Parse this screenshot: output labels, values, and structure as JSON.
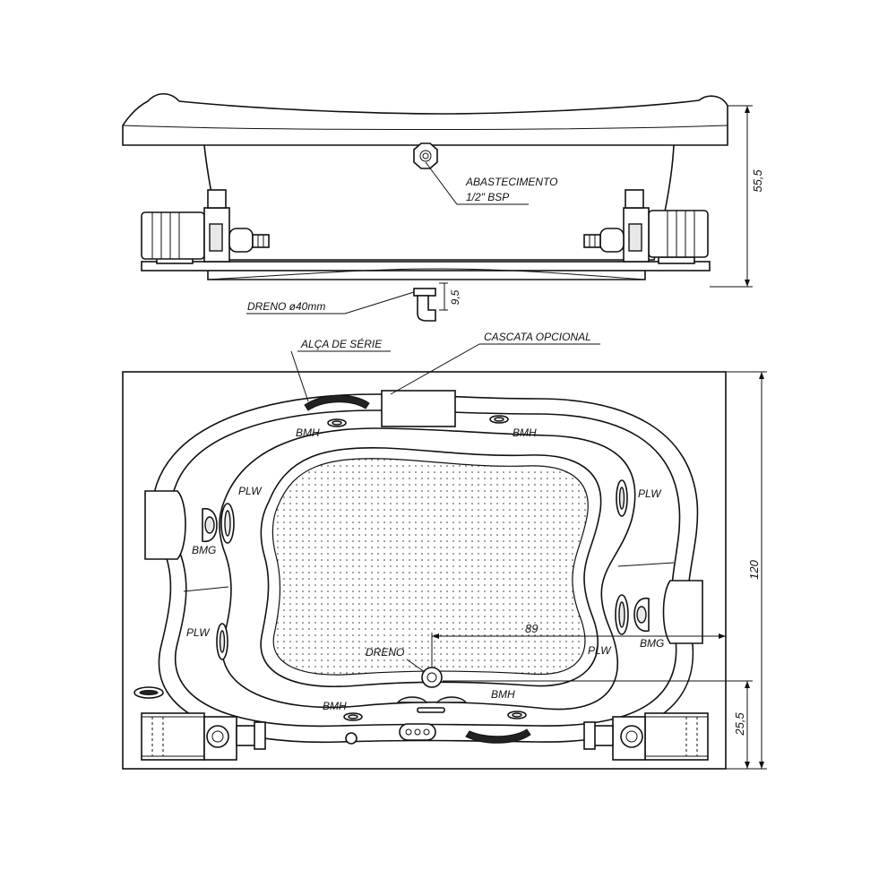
{
  "labels": {
    "abastecimento": "ABASTECIMENTO",
    "bsp": "1/2\" BSP",
    "dreno_40": "DRENO ø40mm",
    "alca": "ALÇA DE SÉRIE",
    "cascata": "CASCATA OPCIONAL",
    "bmh": "BMH",
    "plw": "PLW",
    "bmg": "BMG",
    "dreno": "DRENO"
  },
  "dimensions": {
    "height_side": "55,5",
    "drain_height": "9,5",
    "width_total": "120",
    "drain_offset": "89",
    "drain_from_edge": "25,5"
  }
}
